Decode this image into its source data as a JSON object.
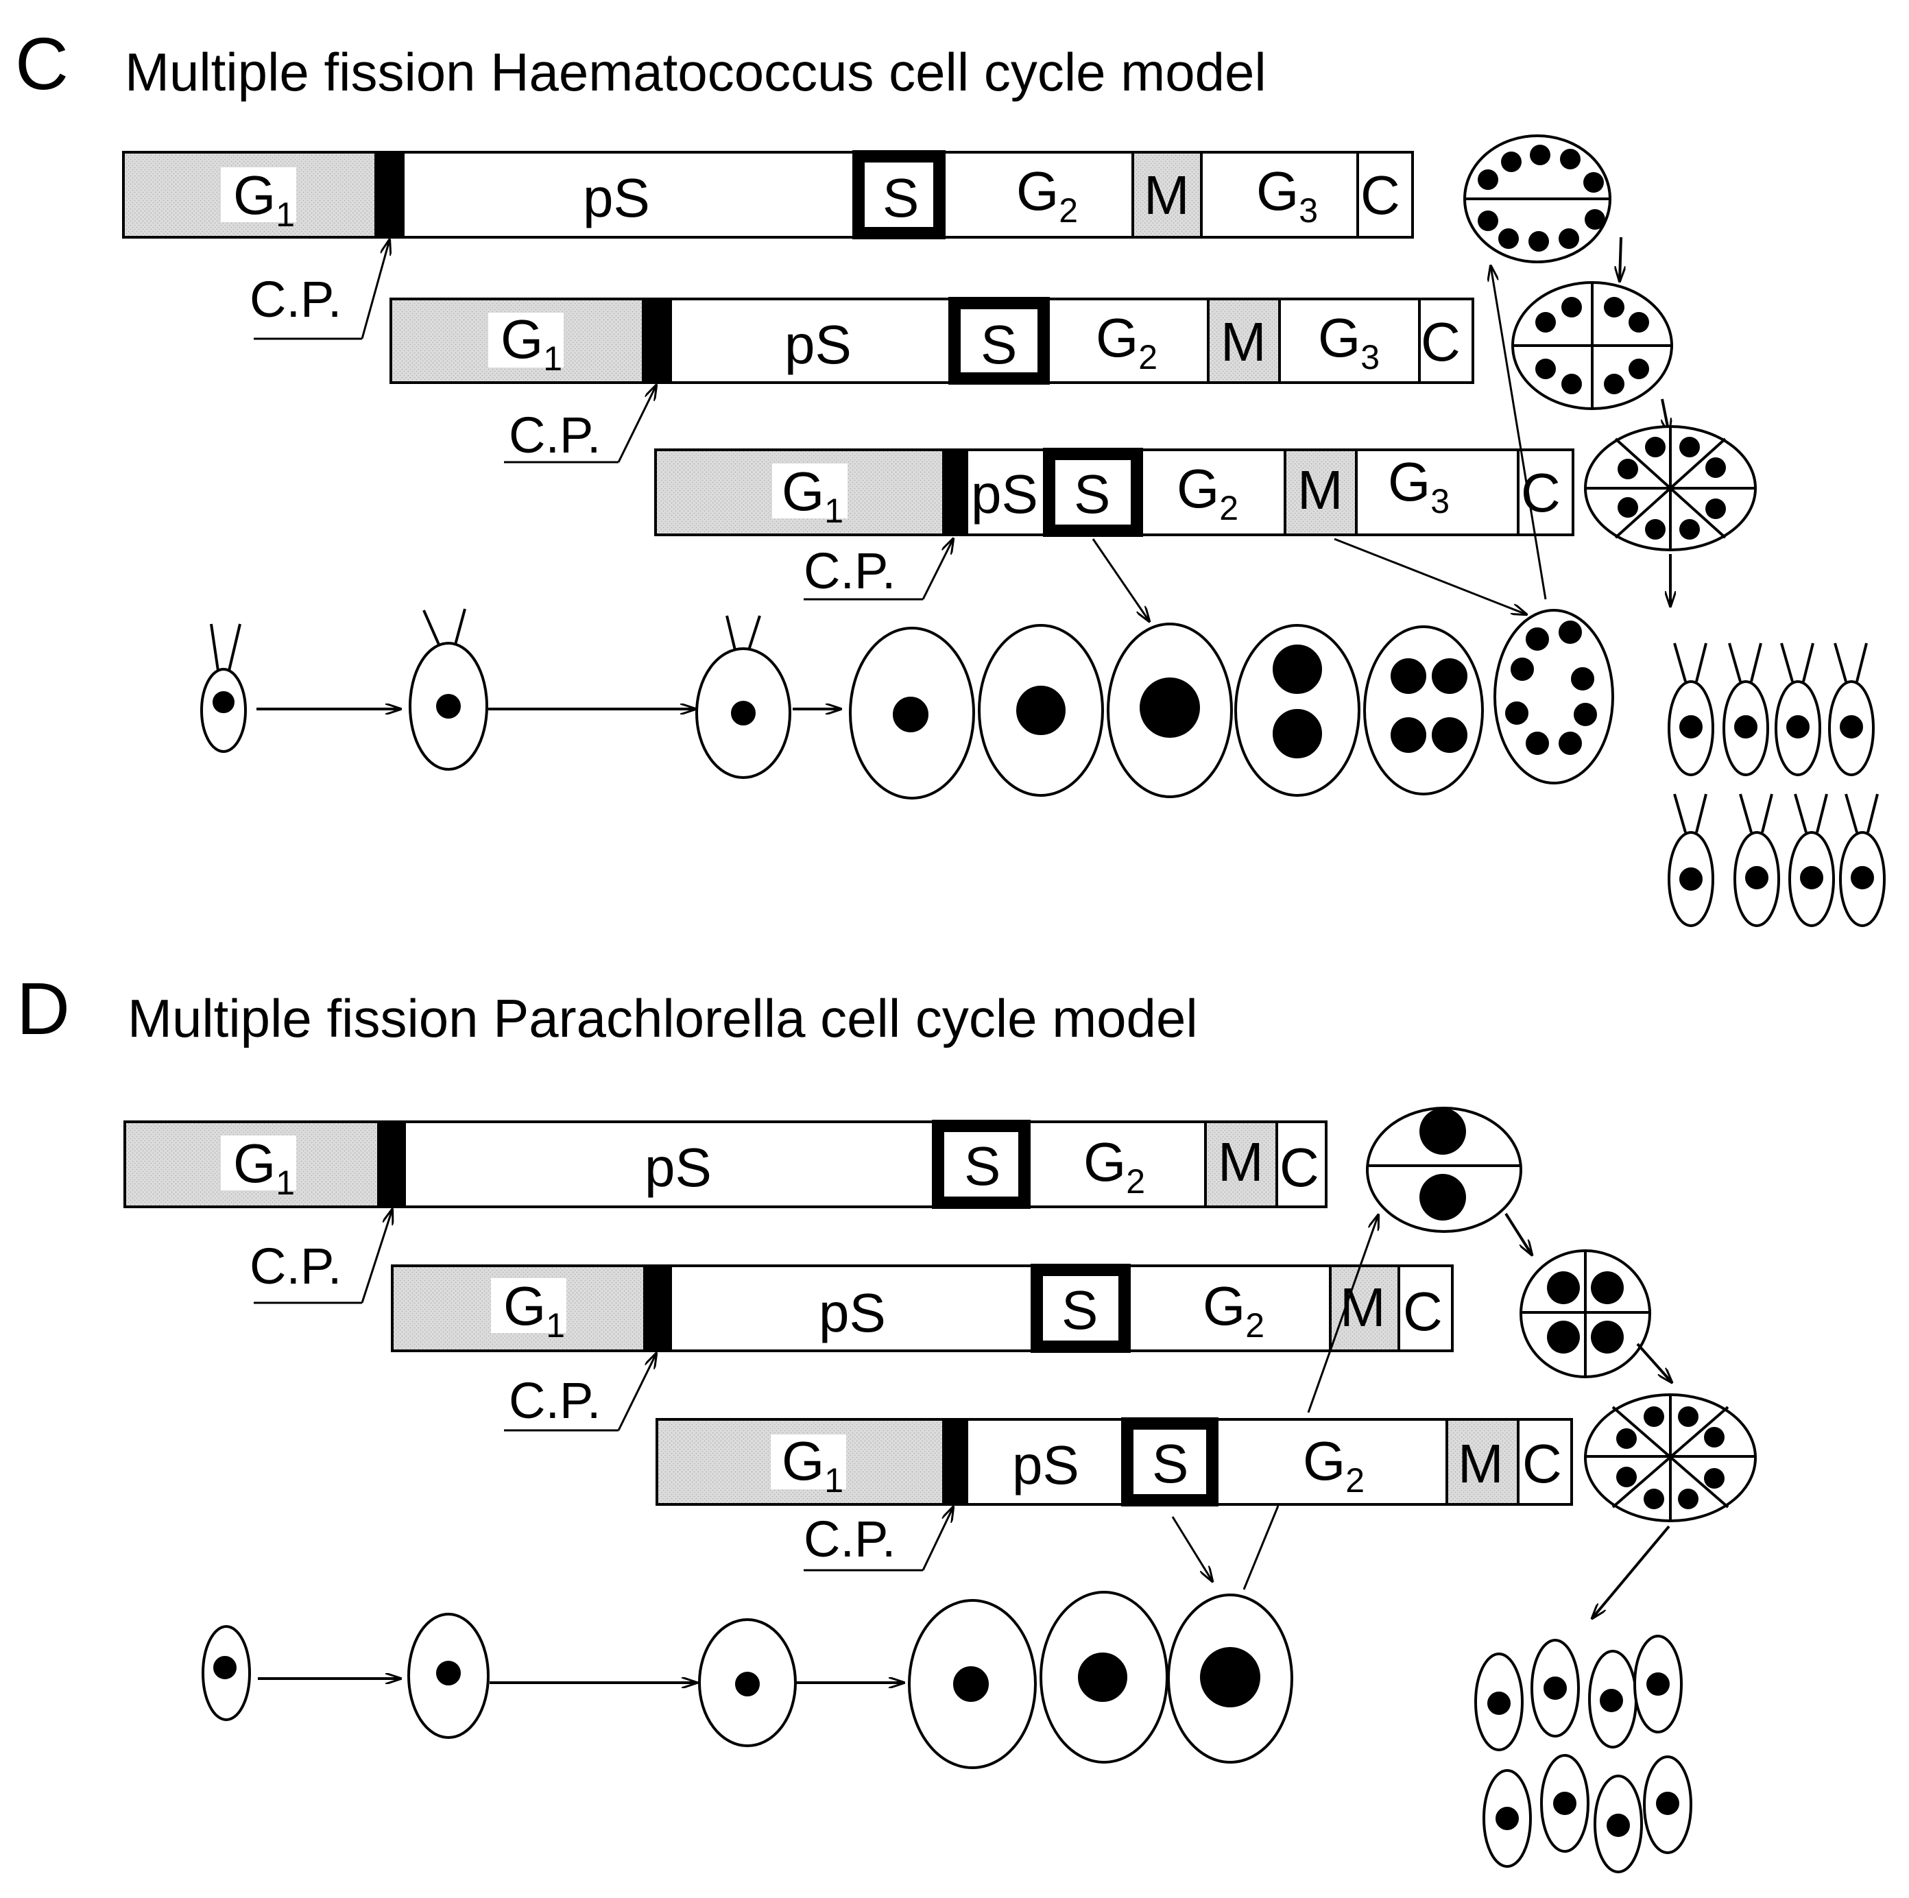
{
  "colors": {
    "g1_fill": "#dcdcdc",
    "m_fill": "#dcdcdc",
    "ink": "#000000",
    "background": "#ffffff"
  },
  "panels": [
    {
      "letter": "C",
      "title": "Multiple fission Haematococcus cell cycle model",
      "bars": [
        {
          "phases": [
            {
              "key": "G1",
              "main": "G",
              "sub": "1"
            },
            {
              "key": "CP",
              "main": "",
              "sub": ""
            },
            {
              "key": "pS",
              "main": "pS",
              "sub": ""
            },
            {
              "key": "S",
              "main": "S",
              "sub": ""
            },
            {
              "key": "G2",
              "main": "G",
              "sub": "2"
            },
            {
              "key": "M",
              "main": "M",
              "sub": ""
            },
            {
              "key": "G3",
              "main": "G",
              "sub": "3"
            },
            {
              "key": "C",
              "main": "C",
              "sub": ""
            }
          ],
          "checkpoint_label": "C.P."
        },
        {
          "phases": [
            {
              "key": "G1",
              "main": "G",
              "sub": "1"
            },
            {
              "key": "CP",
              "main": "",
              "sub": ""
            },
            {
              "key": "pS",
              "main": "pS",
              "sub": ""
            },
            {
              "key": "S",
              "main": "S",
              "sub": ""
            },
            {
              "key": "G2",
              "main": "G",
              "sub": "2"
            },
            {
              "key": "M",
              "main": "M",
              "sub": ""
            },
            {
              "key": "G3",
              "main": "G",
              "sub": "3"
            },
            {
              "key": "C",
              "main": "C",
              "sub": ""
            }
          ],
          "checkpoint_label": "C.P."
        },
        {
          "phases": [
            {
              "key": "G1",
              "main": "G",
              "sub": "1"
            },
            {
              "key": "CP",
              "main": "",
              "sub": ""
            },
            {
              "key": "pS",
              "main": "pS",
              "sub": ""
            },
            {
              "key": "S",
              "main": "S",
              "sub": ""
            },
            {
              "key": "G2",
              "main": "G",
              "sub": "2"
            },
            {
              "key": "M",
              "main": "M",
              "sub": ""
            },
            {
              "key": "G3",
              "main": "G",
              "sub": "3"
            },
            {
              "key": "C",
              "main": "C",
              "sub": ""
            }
          ],
          "checkpoint_label": "C.P."
        }
      ]
    },
    {
      "letter": "D",
      "title": "Multiple fission Parachlorella cell cycle model",
      "bars": [
        {
          "phases": [
            {
              "key": "G1",
              "main": "G",
              "sub": "1"
            },
            {
              "key": "CP",
              "main": "",
              "sub": ""
            },
            {
              "key": "pS",
              "main": "pS",
              "sub": ""
            },
            {
              "key": "S",
              "main": "S",
              "sub": ""
            },
            {
              "key": "G2",
              "main": "G",
              "sub": "2"
            },
            {
              "key": "M",
              "main": "M",
              "sub": ""
            },
            {
              "key": "C",
              "main": "C",
              "sub": ""
            }
          ],
          "checkpoint_label": "C.P."
        },
        {
          "phases": [
            {
              "key": "G1",
              "main": "G",
              "sub": "1"
            },
            {
              "key": "CP",
              "main": "",
              "sub": ""
            },
            {
              "key": "pS",
              "main": "pS",
              "sub": ""
            },
            {
              "key": "S",
              "main": "S",
              "sub": ""
            },
            {
              "key": "G2",
              "main": "G",
              "sub": "2"
            },
            {
              "key": "M",
              "main": "M",
              "sub": ""
            },
            {
              "key": "C",
              "main": "C",
              "sub": ""
            }
          ],
          "checkpoint_label": "C.P."
        },
        {
          "phases": [
            {
              "key": "G1",
              "main": "G",
              "sub": "1"
            },
            {
              "key": "CP",
              "main": "",
              "sub": ""
            },
            {
              "key": "pS",
              "main": "pS",
              "sub": ""
            },
            {
              "key": "S",
              "main": "S",
              "sub": ""
            },
            {
              "key": "G2",
              "main": "G",
              "sub": "2"
            },
            {
              "key": "M",
              "main": "M",
              "sub": ""
            },
            {
              "key": "C",
              "main": "C",
              "sub": ""
            }
          ],
          "checkpoint_label": "C.P."
        }
      ]
    }
  ]
}
